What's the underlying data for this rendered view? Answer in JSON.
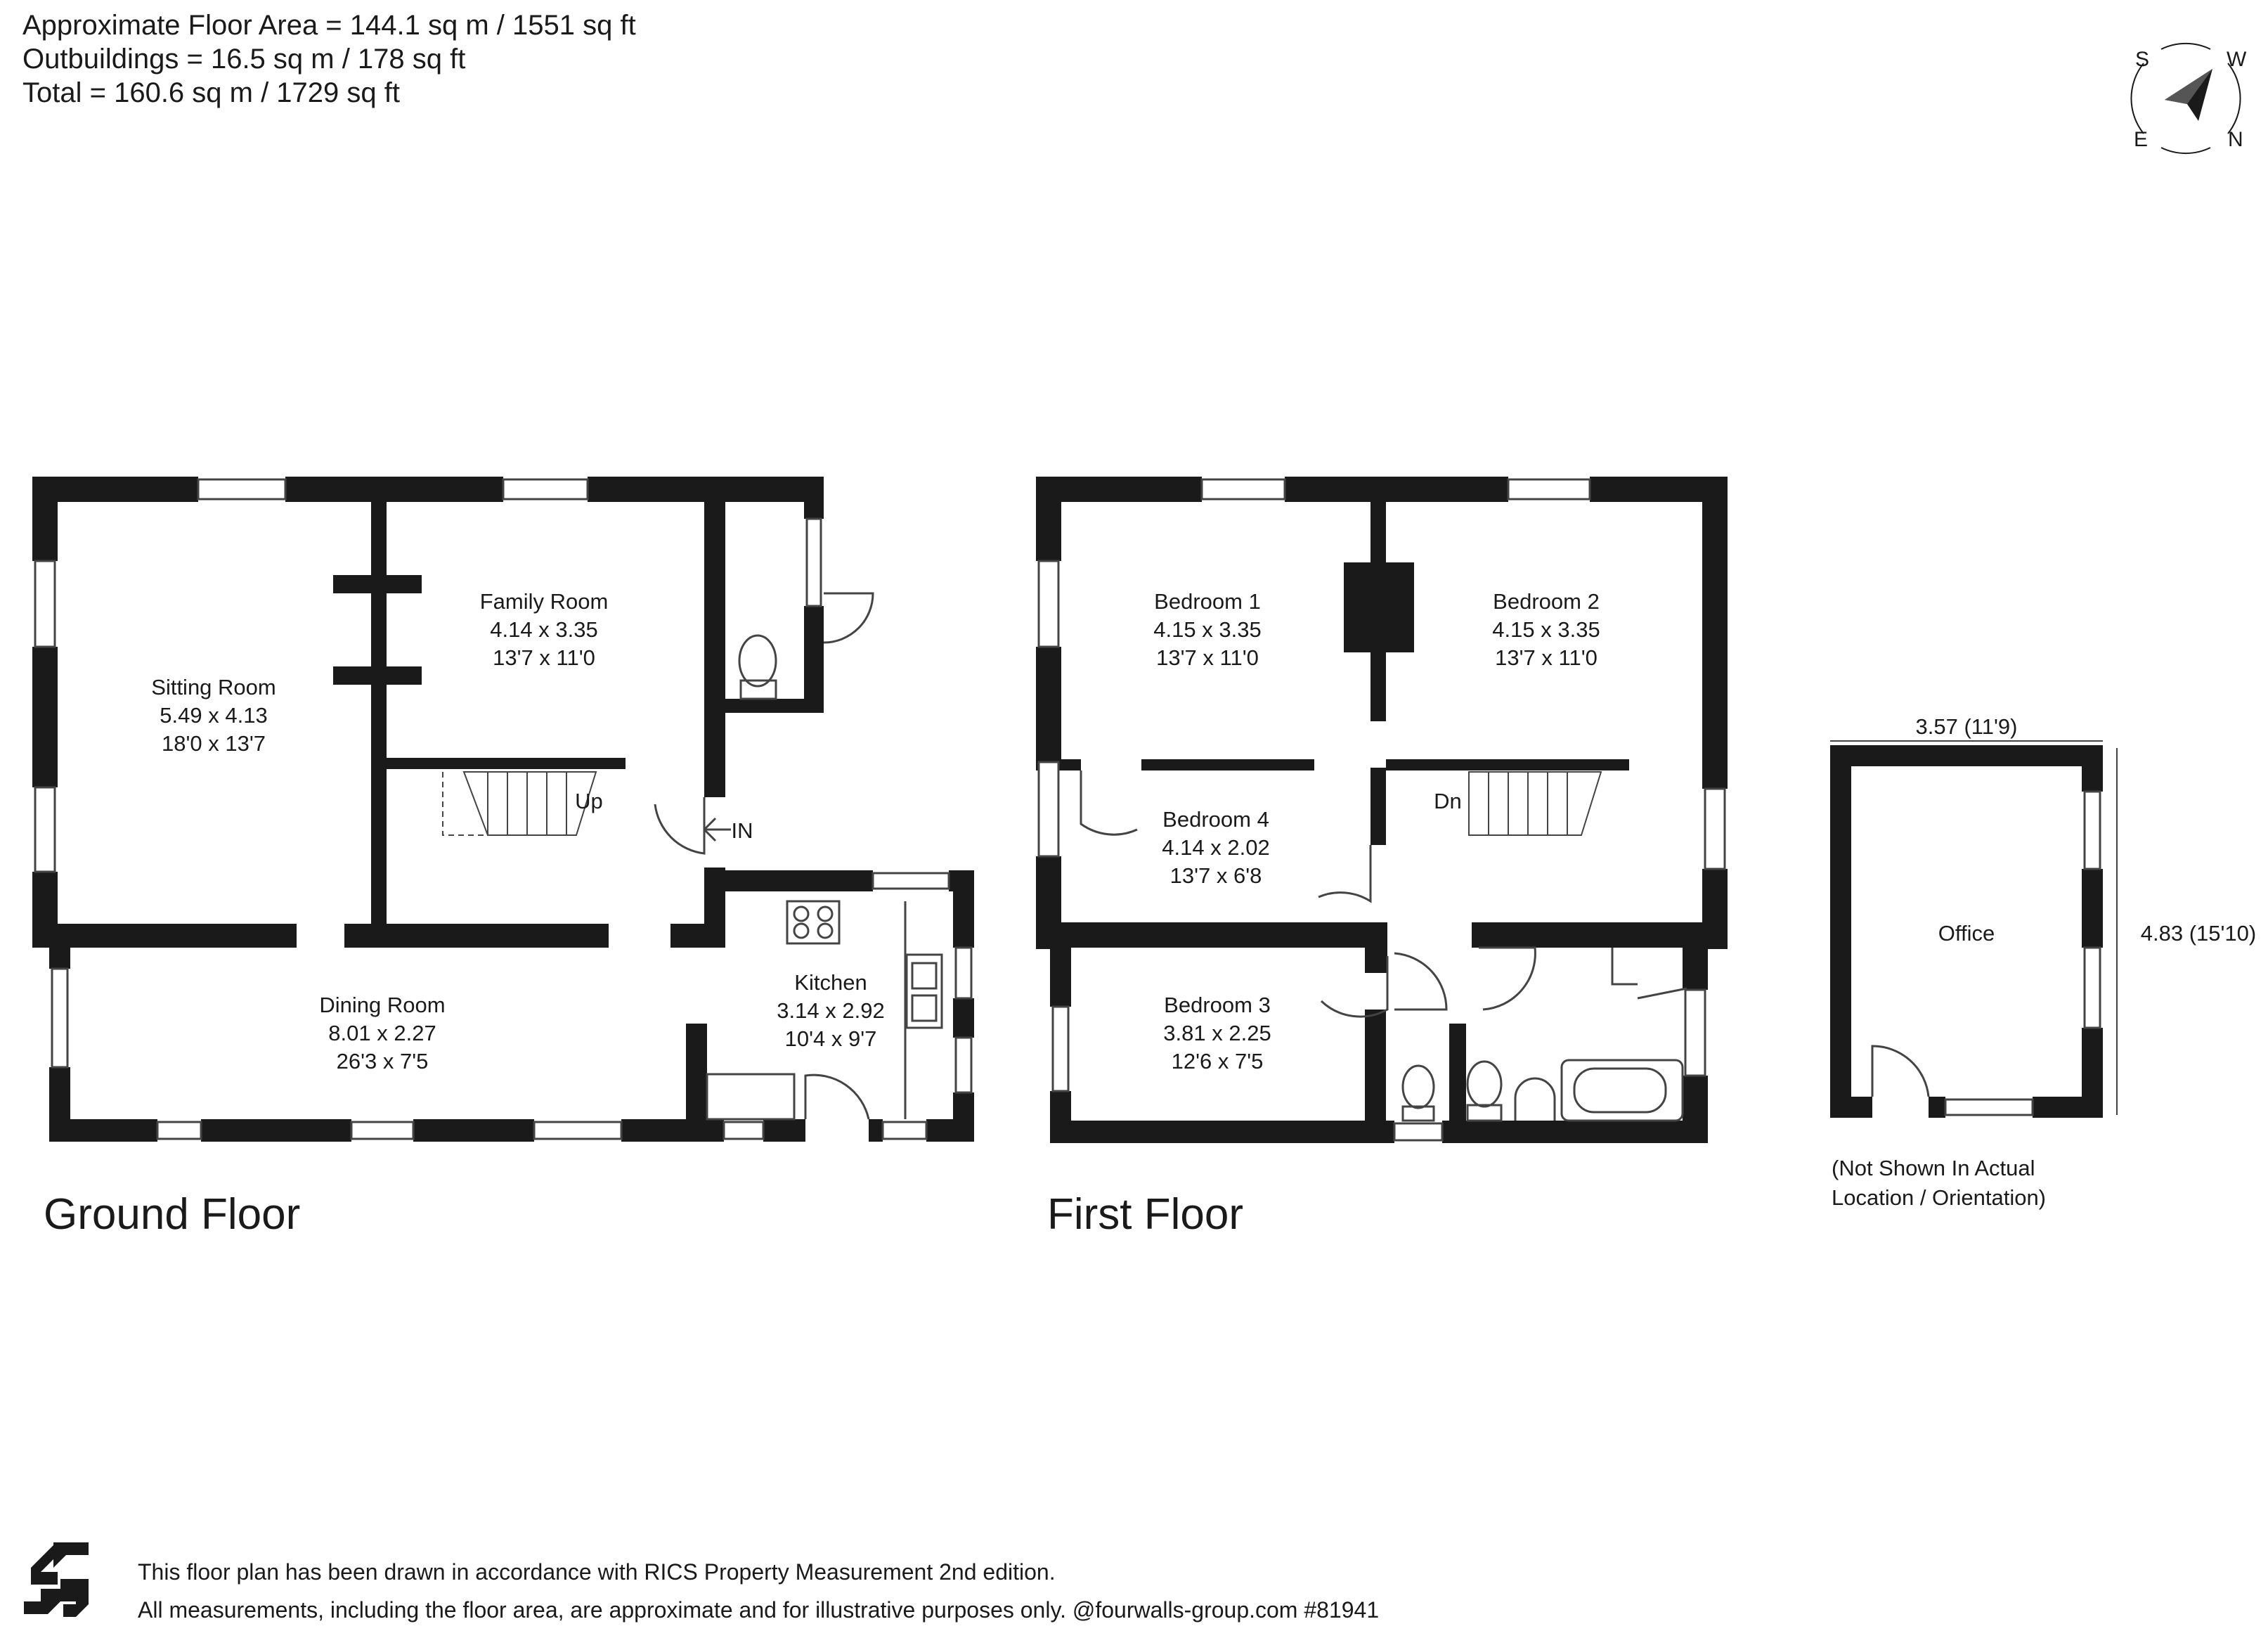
{
  "header": {
    "area_lines": [
      "Approximate Floor Area = 144.1 sq m / 1551 sq ft",
      "Outbuildings = 16.5 sq m / 178 sq ft",
      "Total = 160.6 sq m / 1729 sq ft"
    ]
  },
  "compass": {
    "south": "S",
    "west": "W",
    "east": "E",
    "north": "N"
  },
  "floors": {
    "ground": {
      "title": "Ground Floor",
      "rooms": {
        "sitting_room": {
          "name": "Sitting Room",
          "metric": "5.49 x 4.13",
          "imperial": "18'0 x 13'7"
        },
        "family_room": {
          "name": "Family Room",
          "metric": "4.14 x 3.35",
          "imperial": "13'7 x 11'0"
        },
        "dining_room": {
          "name": "Dining Room",
          "metric": "8.01 x 2.27",
          "imperial": "26'3 x 7'5"
        },
        "kitchen": {
          "name": "Kitchen",
          "metric": "3.14 x 2.92",
          "imperial": "10'4 x 9'7"
        }
      },
      "stairs_label": "Up",
      "entrance_label": "IN"
    },
    "first": {
      "title": "First Floor",
      "rooms": {
        "bedroom_1": {
          "name": "Bedroom 1",
          "metric": "4.15 x 3.35",
          "imperial": "13'7 x 11'0"
        },
        "bedroom_2": {
          "name": "Bedroom 2",
          "metric": "4.15 x 3.35",
          "imperial": "13'7 x 11'0"
        },
        "bedroom_4": {
          "name": "Bedroom 4",
          "metric": "4.14 x 2.02",
          "imperial": "13'7 x 6'8"
        },
        "bedroom_3": {
          "name": "Bedroom 3",
          "metric": "3.81 x 2.25",
          "imperial": "12'6 x 7'5"
        }
      },
      "stairs_label": "Dn"
    },
    "outbuilding": {
      "room_name": "Office",
      "width_dim": "3.57 (11'9)",
      "depth_dim": "4.83 (15'10)",
      "note_lines": [
        "(Not Shown In Actual",
        "Location / Orientation)"
      ]
    }
  },
  "footer": {
    "lines": [
      "This floor plan has been drawn in accordance with RICS Property Measurement 2nd edition.",
      "All measurements, including the floor area, are approximate and for illustrative purposes only. @fourwalls-group.com #81941"
    ]
  },
  "colors": {
    "wall": "#1a1a1a",
    "line": "#444444",
    "paper": "#ffffff"
  }
}
